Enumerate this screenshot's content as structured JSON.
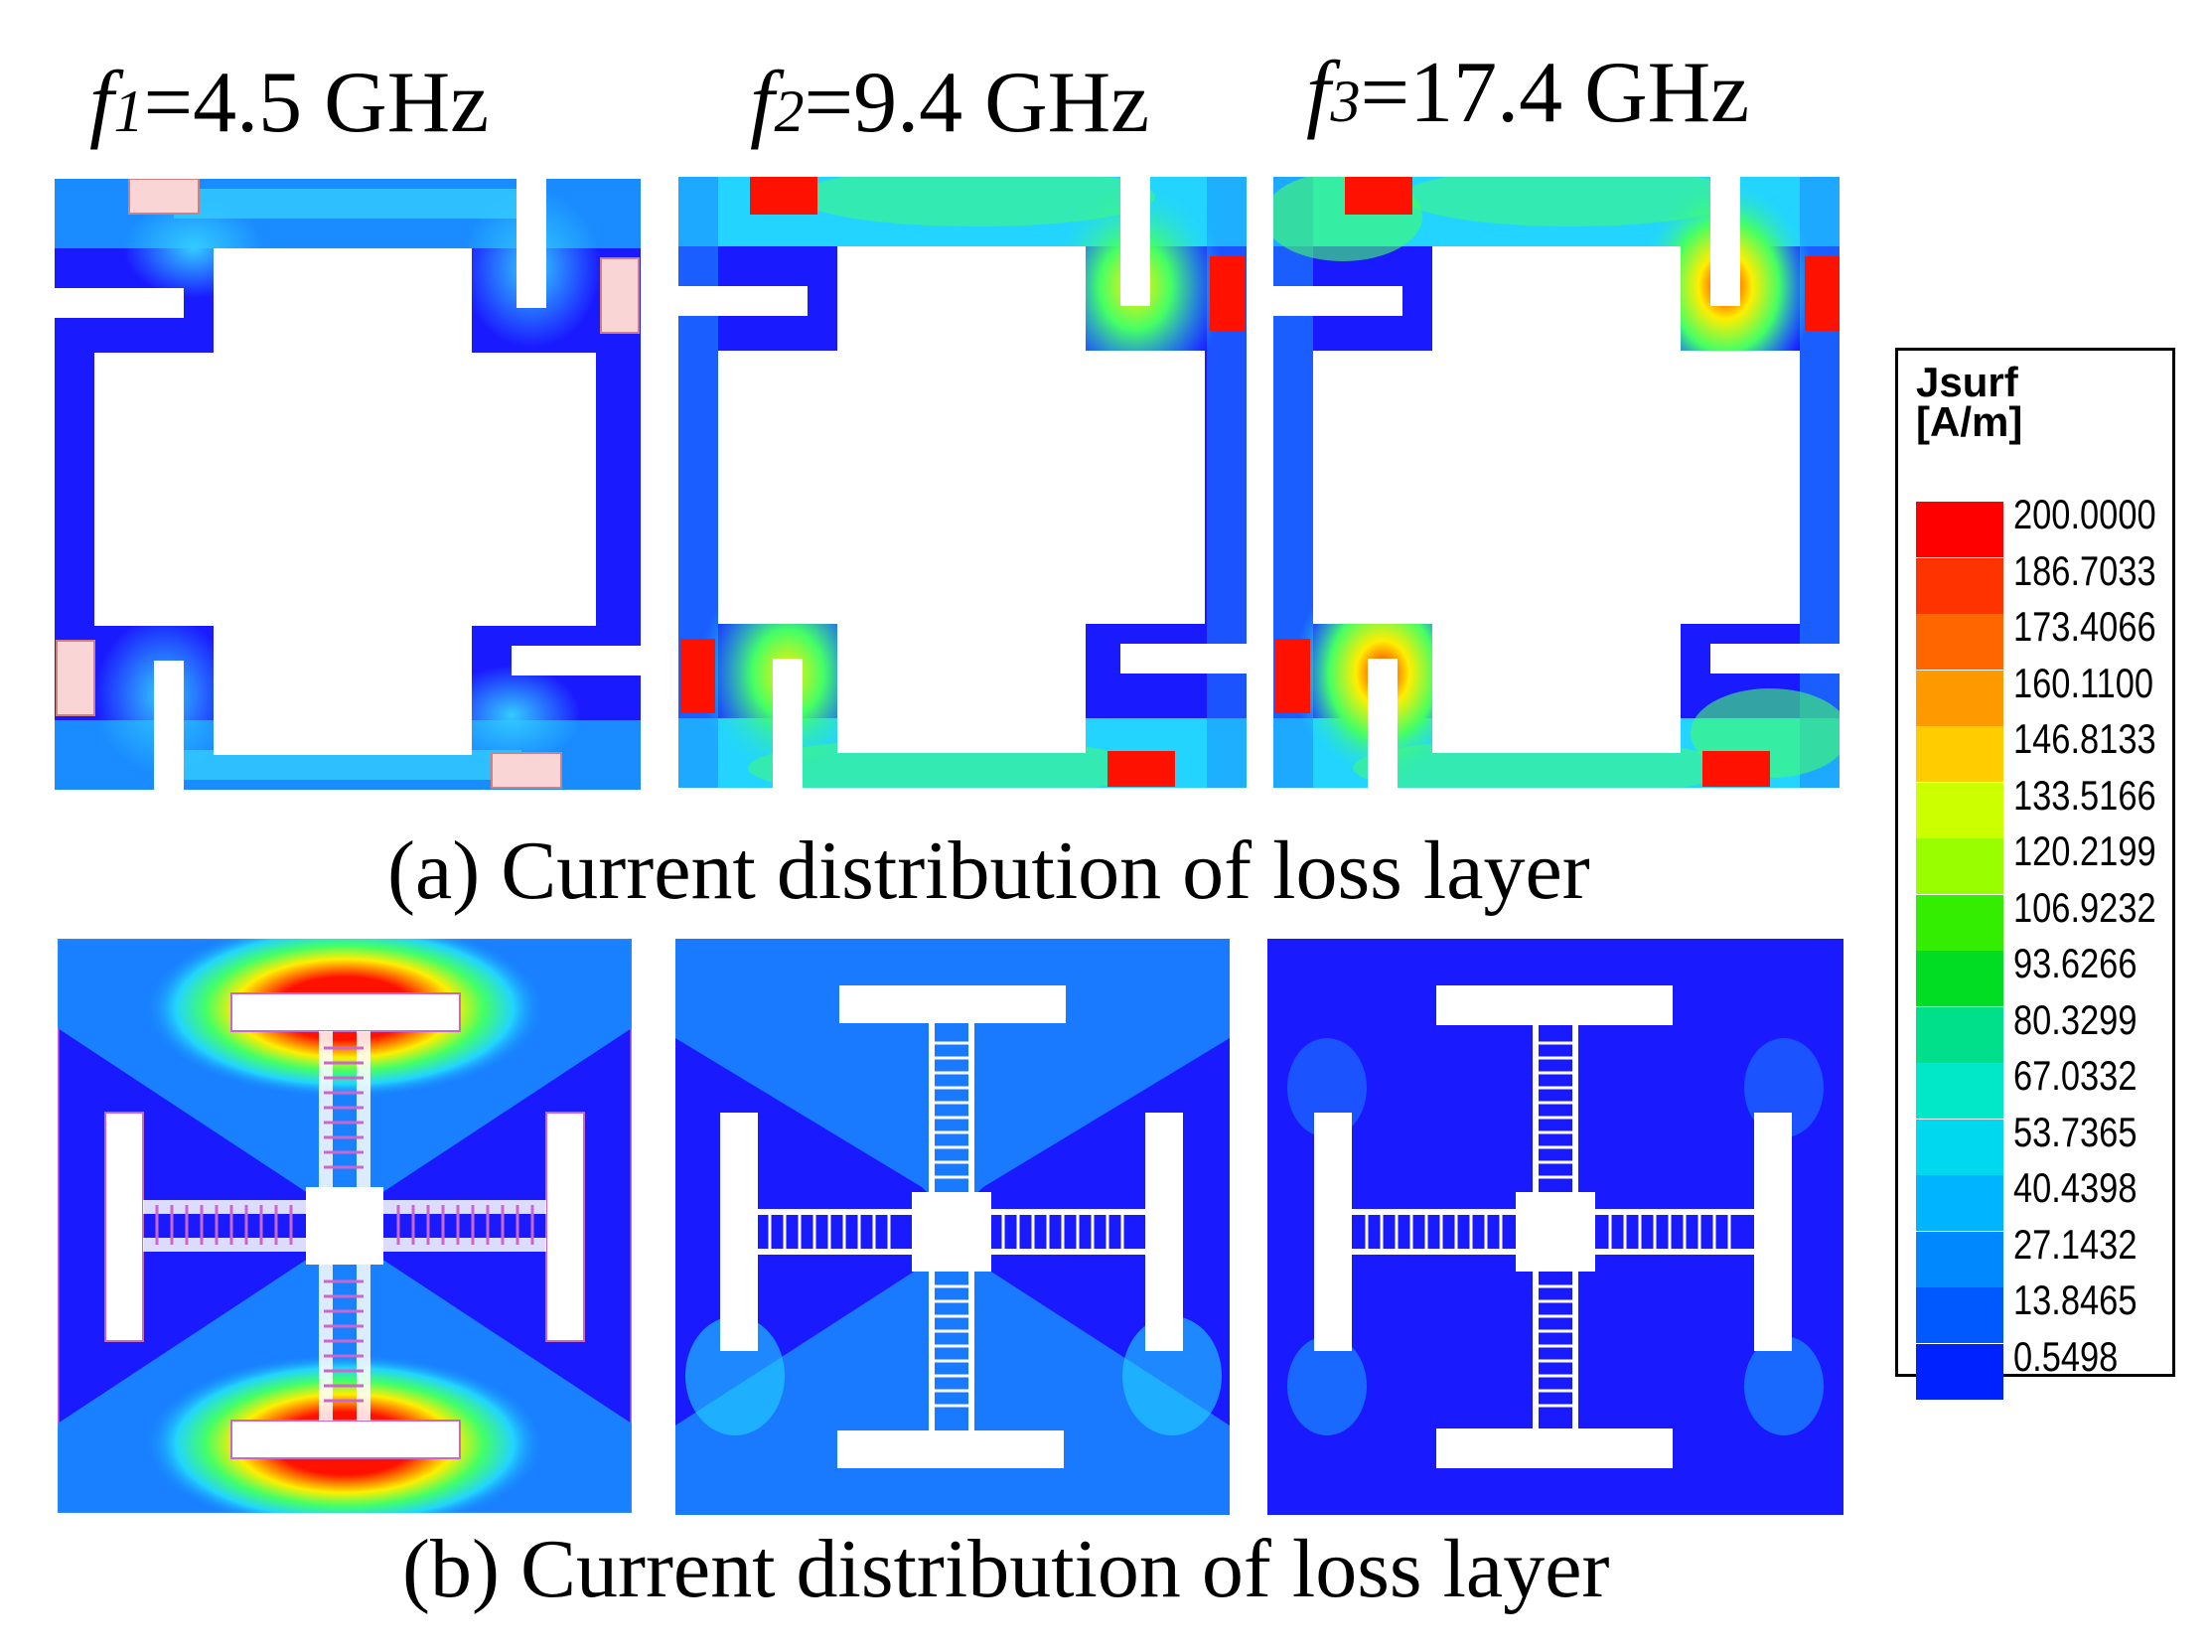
{
  "frequency_labels": [
    {
      "f": "f",
      "sub": "1",
      "value": "=4.5 GHz"
    },
    {
      "f": "f",
      "sub": "2",
      "value": "=9.4 GHz"
    },
    {
      "f": "f",
      "sub": "3",
      "value": "=17.4 GHz"
    }
  ],
  "captions": {
    "a": "(a) Current distribution of loss layer",
    "b": "(b) Current distribution of loss layer"
  },
  "legend": {
    "title_line1": "Jsurf",
    "title_line2": "[A/m]",
    "levels": [
      "200.0000",
      "186.7033",
      "173.4066",
      "160.1100",
      "146.8133",
      "133.5166",
      "120.2199",
      "106.9232",
      "93.6266",
      "80.3299",
      "67.0332",
      "53.7365",
      "40.4398",
      "27.1432",
      "13.8465",
      "0.5498"
    ],
    "colors": [
      "#ff0000",
      "#ff3300",
      "#ff6600",
      "#ff9900",
      "#ffcc00",
      "#ccff00",
      "#99ff00",
      "#33ee00",
      "#00dd22",
      "#00e08a",
      "#00e8c8",
      "#00d8f0",
      "#00b4ff",
      "#0088ff",
      "#0058ff",
      "#0022ff"
    ]
  },
  "field_colors": {
    "low": "#1a1aff",
    "mid": "#1a8cff",
    "cyan": "#22d4ff",
    "green": "#44ff66",
    "yellow": "#ffee00",
    "red": "#ff1100",
    "pink_pad": "#f9d5d5"
  }
}
